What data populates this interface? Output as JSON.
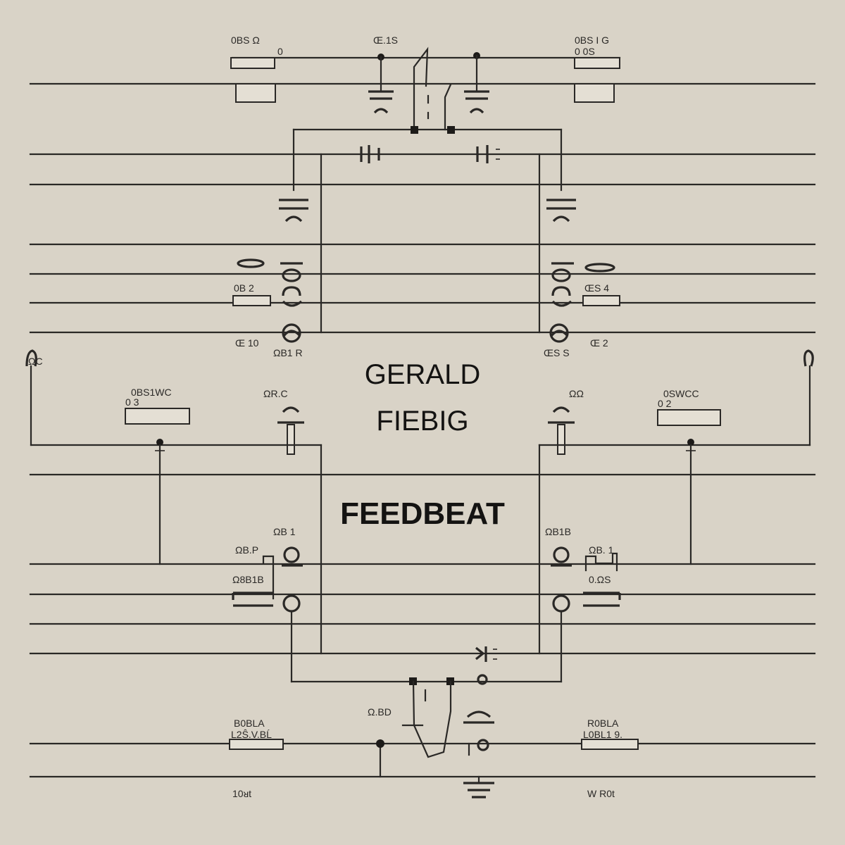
{
  "cover": {
    "artist_line1": "GERALD",
    "artist_line2": "FIEBIG",
    "album": "FEEDBEAT"
  },
  "schematic_labels": {
    "top_left": "0BS Ω",
    "top_left_pins": "0",
    "top_center": "Œ.1S",
    "top_right": "0BS I G",
    "top_right_pins": "0   0S",
    "left_mid_a": "0B 2",
    "left_mid_b": "Œ 10",
    "left_mid_c": "ΩB1 R",
    "right_mid_a": "ŒS 4",
    "right_mid_b": "Œ 2",
    "right_mid_c": "ŒS S",
    "left_outer": "ΩC",
    "left_box": "0BS1WC",
    "left_box_pins": "0          3",
    "left_cap": "ΩR.C",
    "right_cap": "ΩΩ",
    "right_box": "0SWCC",
    "right_box_pins": "0          2",
    "left_low_a": "ΩB 1",
    "left_low_b": "ΩB.P",
    "left_low_c": "Ω8B1B",
    "right_low_a": "ΩB1B",
    "right_low_b": "ΩB. 1",
    "right_low_c": "0.ΩS",
    "bottom_center": "Ω.BD",
    "bottom_left_box": "B0BLA",
    "bottom_left_val": "L2Ŝ.V.BĹ",
    "bottom_right_box": "R0BLA",
    "bottom_right_val": "L0BL1 9.",
    "bottom_left_foot": "10ᴚt",
    "bottom_right_foot": "W    R0t"
  }
}
